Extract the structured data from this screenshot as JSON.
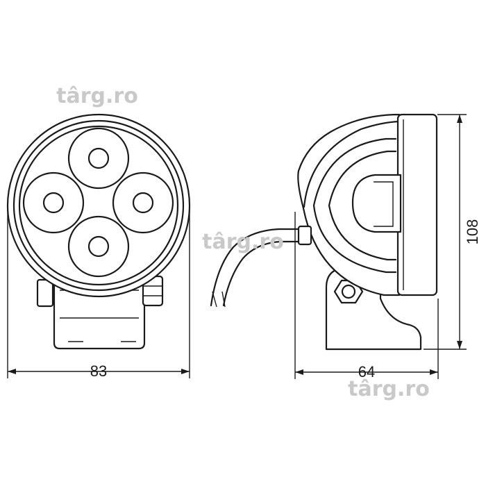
{
  "dimensions": {
    "width": "83",
    "depth": "64",
    "height": "108"
  },
  "watermarks": [
    "târg.ro",
    "târg.ro",
    "târg.ro"
  ],
  "colors": {
    "line": "#1a1a1a",
    "watermark": "#c9c9c9",
    "background": "#ffffff"
  }
}
